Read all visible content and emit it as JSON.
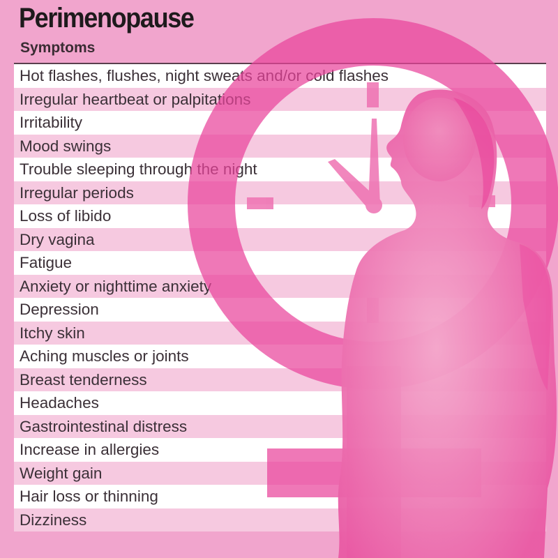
{
  "header": {
    "title": "Perimenopause",
    "subtitle": "Symptoms"
  },
  "symptoms": [
    "Hot flashes, flushes, night sweats and/or cold flashes",
    "Irregular heartbeat or palpitations",
    "Irritability",
    "Mood swings",
    "Trouble sleeping through the night",
    "Irregular periods",
    "Loss of libido",
    "Dry vagina",
    "Fatigue",
    "Anxiety or nighttime anxiety",
    "Depression",
    "Itchy skin",
    "Aching muscles or joints",
    "Breast tenderness",
    "Headaches",
    "Gastrointestinal distress",
    "Increase in allergies",
    "Weight gain",
    "Hair loss or thinning",
    "Dizziness"
  ],
  "illustration": {
    "icons": [
      "venus-symbol-icon",
      "clock-icon",
      "woman-silhouette-icon"
    ]
  },
  "colors": {
    "background": "#f1a5cd",
    "row_white": "#ffffff",
    "row_pink": "#f6c9e0",
    "accent_magenta": "#e93f98",
    "text": "#3b3037"
  }
}
